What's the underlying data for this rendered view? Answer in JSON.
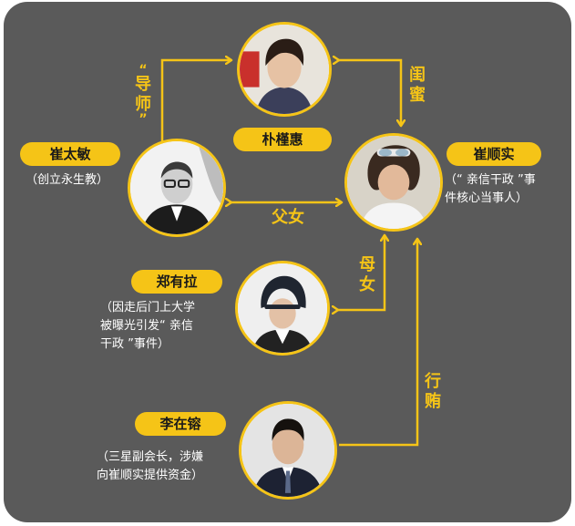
{
  "accent_color": "#f5c417",
  "background_color": "#5a5a5a",
  "people": {
    "park": {
      "name": "朴槿惠"
    },
    "choi_taemin": {
      "name": "崔太敏",
      "note": "（创立永生教）"
    },
    "choi_soonsil": {
      "name": "崔顺实",
      "note_line1": "（“ 亲信干政 ”事",
      "note_line2": "件核心当事人）"
    },
    "chung": {
      "name": "郑有拉",
      "note_line1": "（因走后门上大学",
      "note_line2": "被曝光引发“ 亲信",
      "note_line3": "干政 ”事件）"
    },
    "lee": {
      "name": "李在镕",
      "note_line1": "（三星副会长，涉嫌",
      "note_line2": "向崔顺实提供资金）"
    }
  },
  "relations": {
    "mentor": {
      "char1": "导",
      "char2": "师"
    },
    "confidante": {
      "char1": "闺",
      "char2": "蜜"
    },
    "father_daughter": "父女",
    "mother_daughter": {
      "char1": "母",
      "char2": "女"
    },
    "bribery": {
      "char1": "行",
      "char2": "贿"
    }
  },
  "icons": [
    "person-photo-park",
    "person-photo-choi-taemin",
    "person-photo-choi-soonsil",
    "person-photo-chung",
    "person-photo-lee"
  ]
}
